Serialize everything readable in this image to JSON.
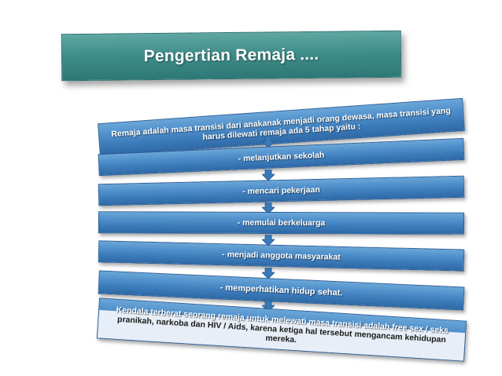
{
  "slide": {
    "title": "Pengertian Remaja ....",
    "intro_text": "Remaja adalah masa transisi dari anakanak menjadi orang dewasa, masa transisi yang harus dilewati remaja ada 5 tahap yaitu :",
    "steps": [
      "- melanjutkan sekolah",
      "- mencari pekerjaan",
      "- memulai berkeluarga",
      "- menjadi anggota masyarakat",
      "- memperhatikan hidup sehat."
    ],
    "outro_line1": "Kendala terberat seorang remaja untuk melewati masa transisi adalah free sex / seks",
    "outro_line2": "pranikah, narkoba dan HIV / Aids, karena ketiga hal tersebut mengancam kehidupan mereka."
  },
  "colors": {
    "title_fill": "#3f8e8b",
    "box_fill": "#4f8fca",
    "arrow_fill": "#3a79b8"
  }
}
